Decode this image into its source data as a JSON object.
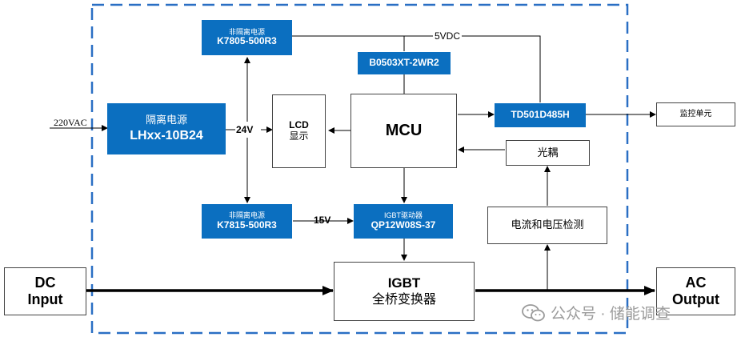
{
  "colors": {
    "block_fill": "#0b6fc0",
    "dash_border": "#2a6fc4",
    "line": "#000000"
  },
  "blocks": {
    "nonisolated_5v": {
      "title": "非隔离电源",
      "model": "K7805-500R3"
    },
    "isolated": {
      "title": "隔离电源",
      "model": "LHxx-10B24"
    },
    "nonisolated_15v": {
      "title": "非隔离电源",
      "model": "K7815-500R3"
    },
    "b0503": {
      "model": "B0503XT-2WR2"
    },
    "lcd": {
      "line1": "LCD",
      "line2": "显示"
    },
    "mcu": {
      "label": "MCU"
    },
    "igbt_driver": {
      "title": "IGBT驱动器",
      "model": "QP12W08S-37"
    },
    "td501": {
      "model": "TD501D485H"
    },
    "optocoupler": {
      "label": "光耦"
    },
    "detection": {
      "label": "电流和电压检测"
    },
    "igbt_bridge": {
      "line1": "IGBT",
      "line2": "全桥变换器"
    },
    "monitor": {
      "label": "监控单元"
    },
    "dc_input": {
      "line1": "DC",
      "line2": "Input"
    },
    "ac_output": {
      "line1": "AC",
      "line2": "Output"
    }
  },
  "labels": {
    "vac": "220VAC",
    "v24": "24V",
    "v15": "15V",
    "v5dc": "5VDC"
  },
  "watermark": {
    "text": "公众号 · 储能调查",
    "icon": "wechat-icon"
  }
}
